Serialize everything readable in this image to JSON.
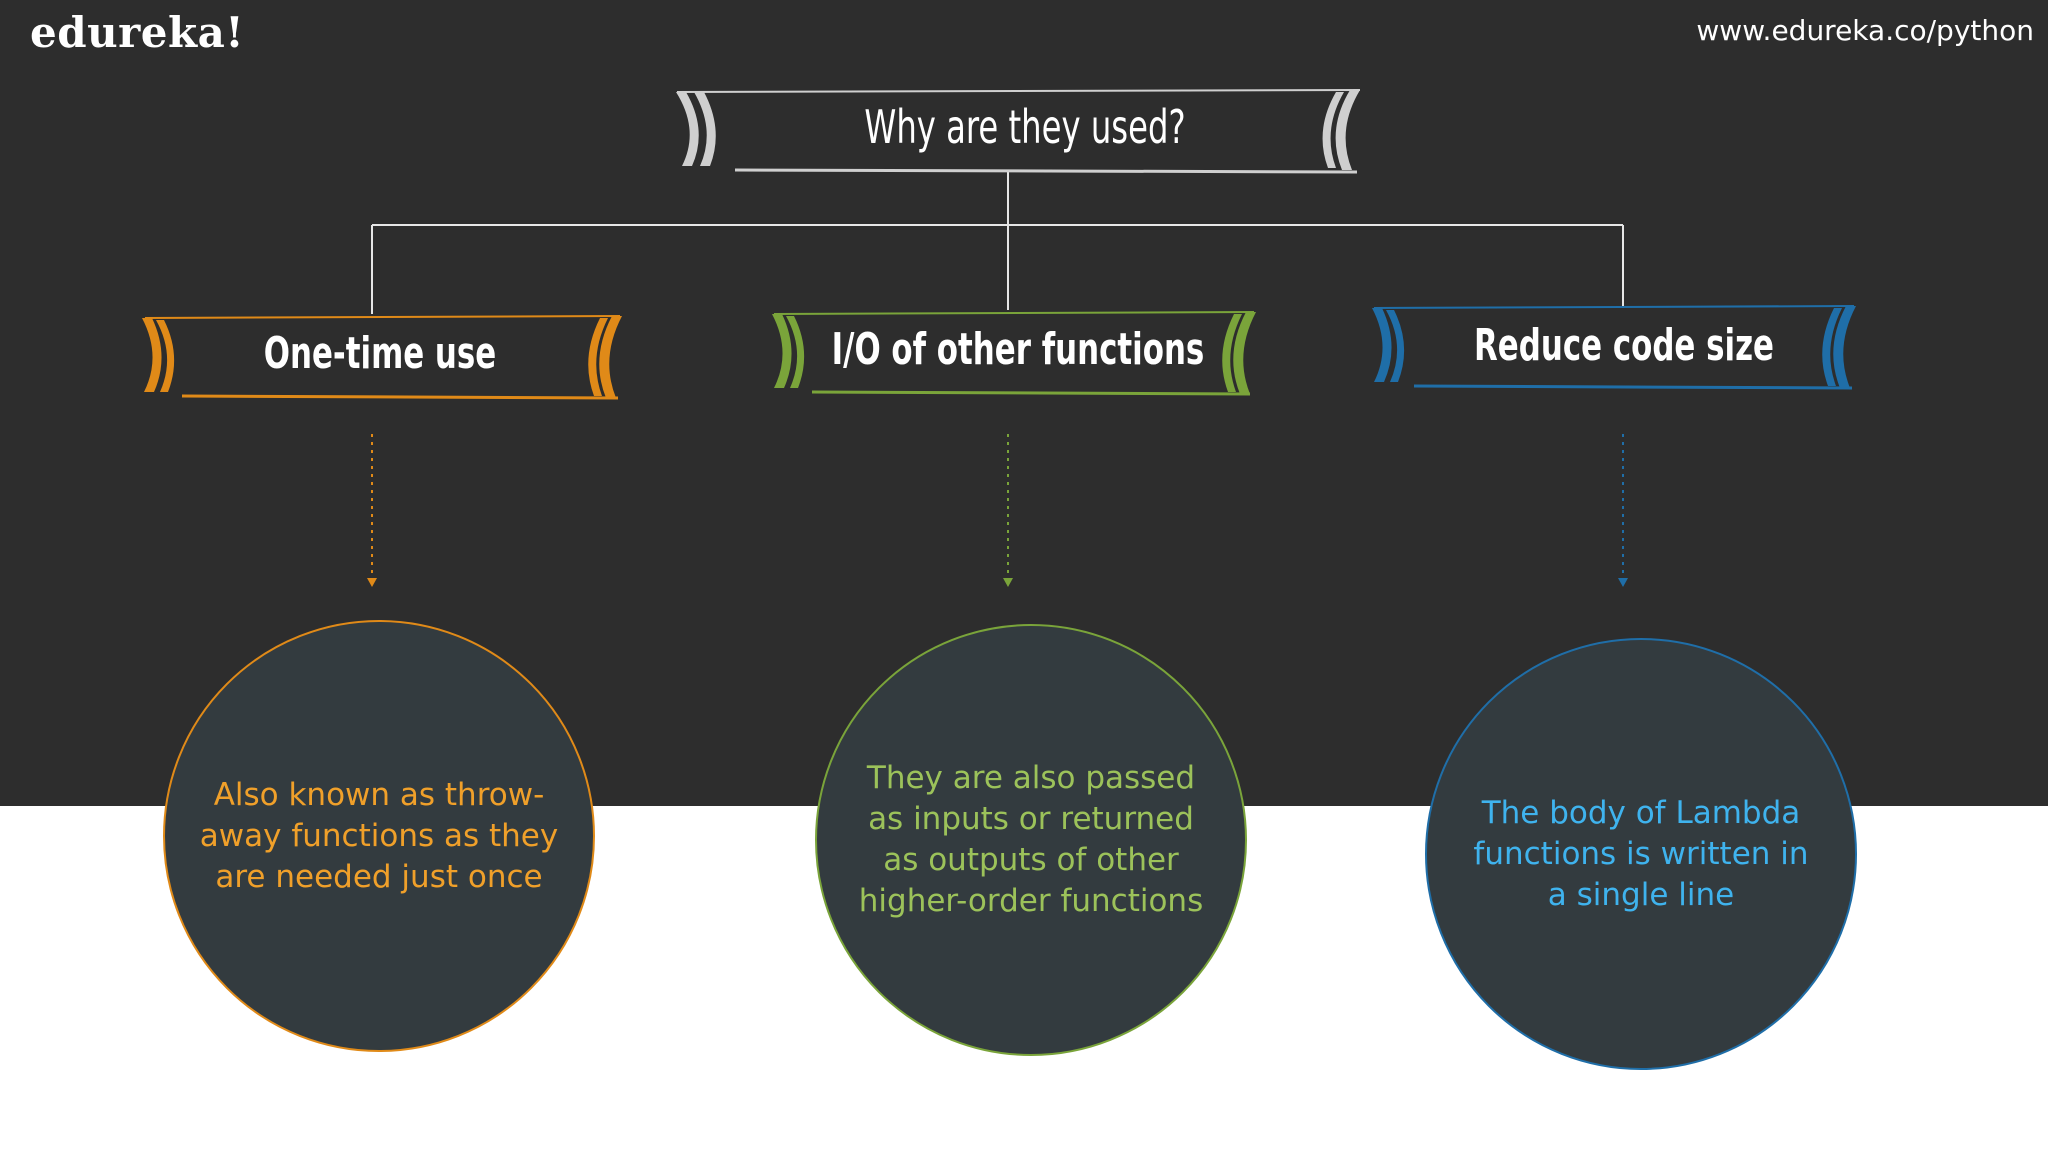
{
  "header": {
    "logo": "edureka!",
    "url": "www.edureka.co/python"
  },
  "title": "Why are they used?",
  "colors": {
    "background_dark": "#2d2d2d",
    "title_accent": "#cfcfcf",
    "orange": "#e08a18",
    "green": "#7aa43a",
    "blue": "#1f6ea8"
  },
  "categories": [
    {
      "label": "One-time use",
      "color": "orange",
      "description": "Also known as throw-away functions as they are needed just once",
      "description_lines": [
        "Also known as throw-",
        "away functions as they",
        "are needed just once"
      ]
    },
    {
      "label": "I/O of other functions",
      "color": "green",
      "description": "They are also passed as inputs or returned as outputs of other higher-order functions",
      "description_lines": [
        "They are also passed",
        "as inputs or returned",
        "as outputs of other",
        "higher-order functions"
      ]
    },
    {
      "label": "Reduce code size",
      "color": "blue",
      "description": "The body of Lambda functions is written in a single line",
      "description_lines": [
        "The body of Lambda",
        "functions is written in",
        "a single line"
      ]
    }
  ]
}
